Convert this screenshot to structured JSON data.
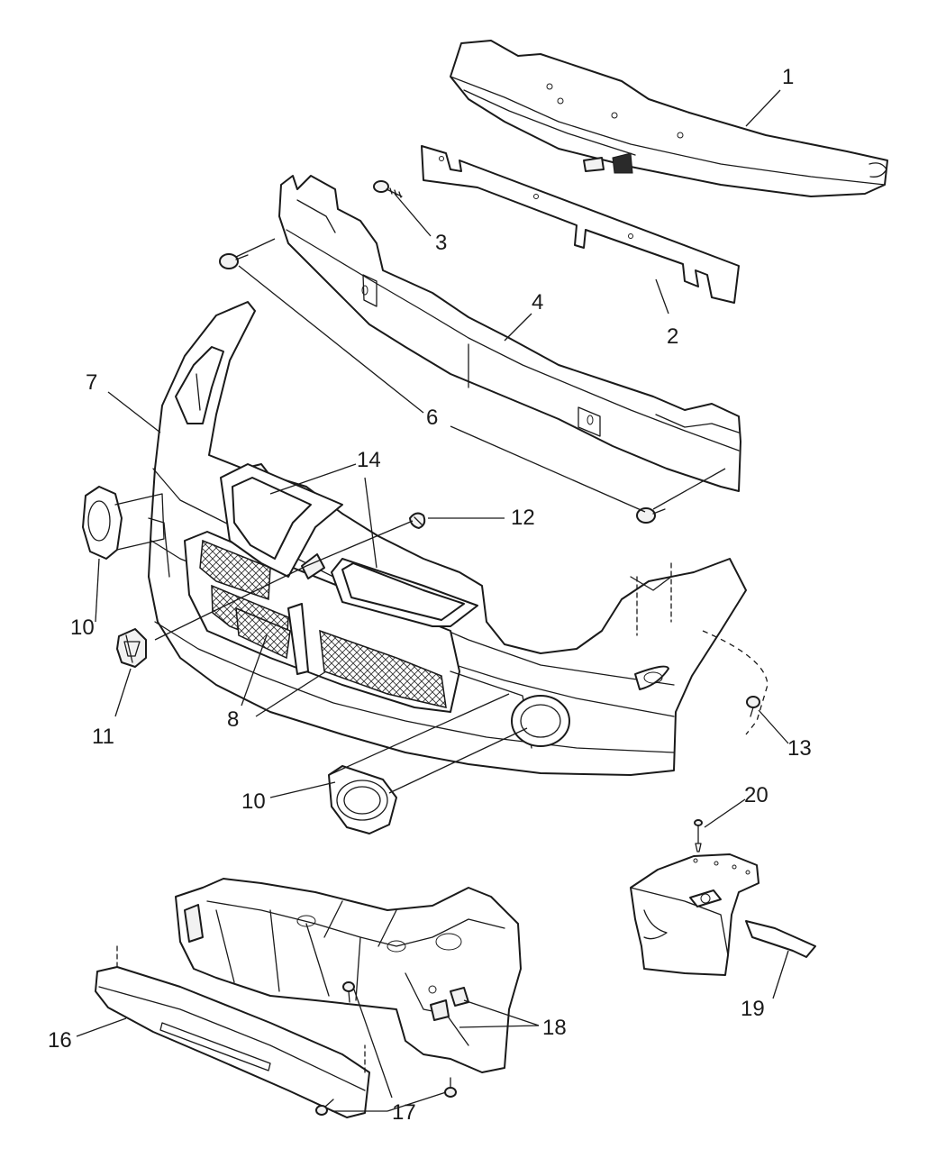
{
  "callouts": {
    "c1": "1",
    "c2": "2",
    "c3": "3",
    "c4": "4",
    "c6": "6",
    "c7": "7",
    "c8": "8",
    "c10a": "10",
    "c10b": "10",
    "c11": "11",
    "c12": "12",
    "c13": "13",
    "c14": "14",
    "c16": "16",
    "c17": "17",
    "c18": "18",
    "c19": "19",
    "c20": "20"
  }
}
